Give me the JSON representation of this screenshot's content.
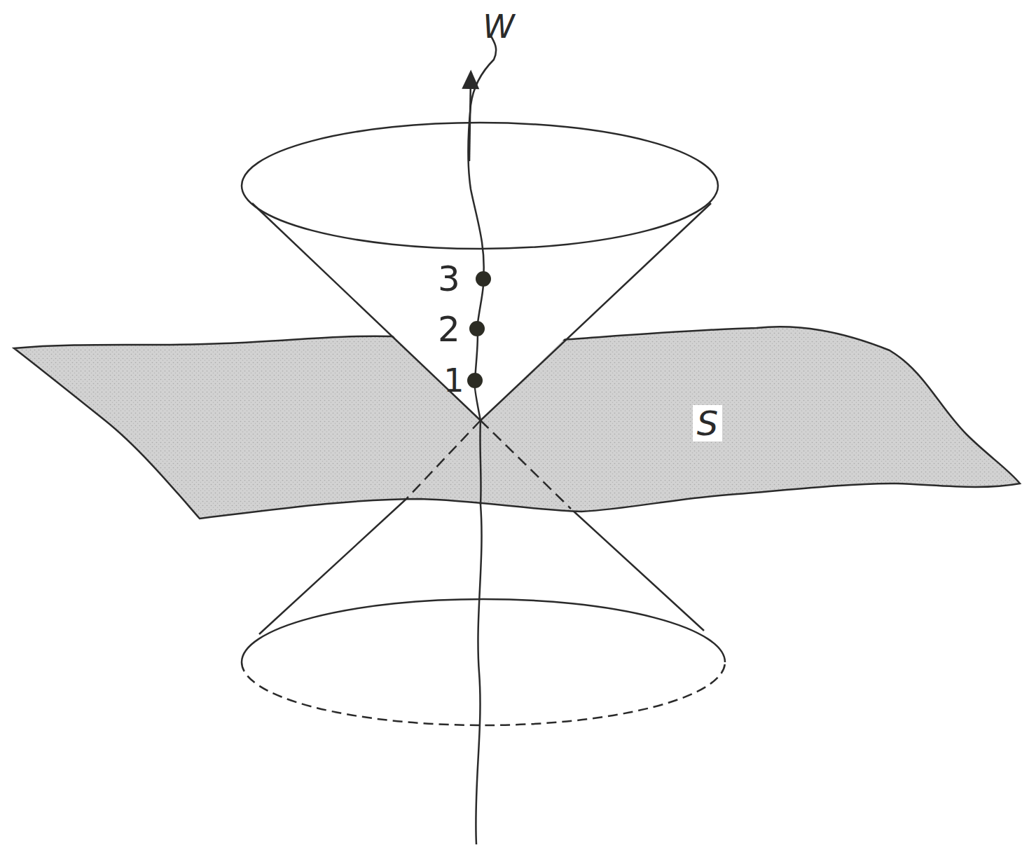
{
  "diagram": {
    "labels": [
      "W",
      "3",
      "2",
      "1",
      "S"
    ]
  }
}
